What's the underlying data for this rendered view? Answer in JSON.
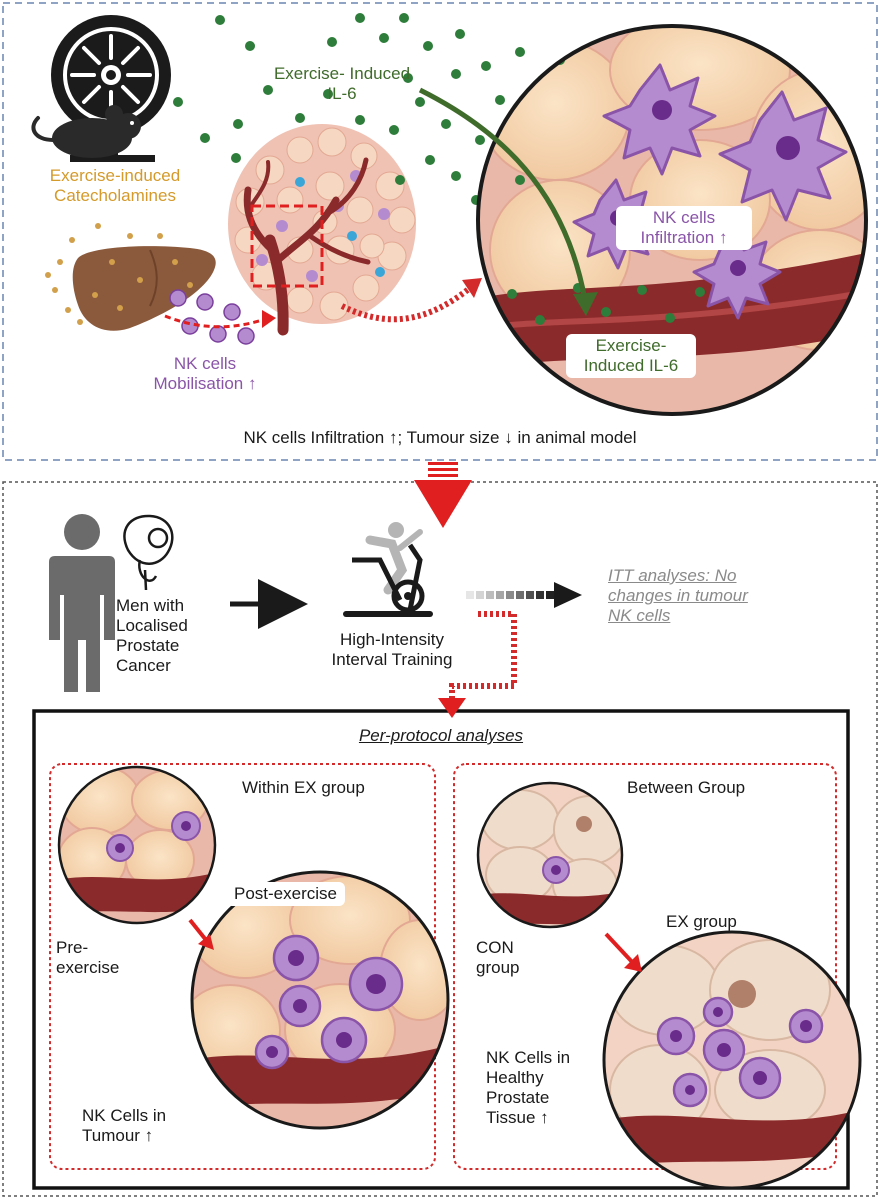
{
  "colors": {
    "orange": "#d49a2a",
    "purple": "#8a55a8",
    "green": "#3f6b2b",
    "red": "#e02020",
    "dashed_blue": "#8fa3c4"
  },
  "icons": [
    "treadmill-wheel-icon",
    "mouse-icon",
    "liver-icon",
    "person-icon",
    "prostate-gear-icon",
    "exercise-bike-icon"
  ],
  "top": {
    "catecholamines": "Exercise-induced Catecholamines",
    "il6_top": "Exercise- Induced IL-6",
    "nk_infiltration": "NK cells Infiltration ↑",
    "il6_circle": "Exercise- Induced IL-6",
    "nk_mobilisation": "NK cells Mobilisation ↑",
    "caption": "NK cells Infiltration ↑; Tumour size ↓ in animal model"
  },
  "bottom": {
    "men": "Men with Localised Prostate Cancer",
    "hiit": "High-Intensity Interval Training",
    "itt": "ITT analyses: No changes in tumour NK cells",
    "pp": "Per-protocol analyses",
    "within": {
      "title": "Within EX group",
      "post": "Post-exercise",
      "pre": "Pre- exercise",
      "result": "NK Cells in Tumour ↑"
    },
    "between": {
      "title": "Between Group",
      "ex": "EX group",
      "con": "CON group",
      "result": "NK Cells in Healthy Prostate Tissue ↑"
    }
  }
}
